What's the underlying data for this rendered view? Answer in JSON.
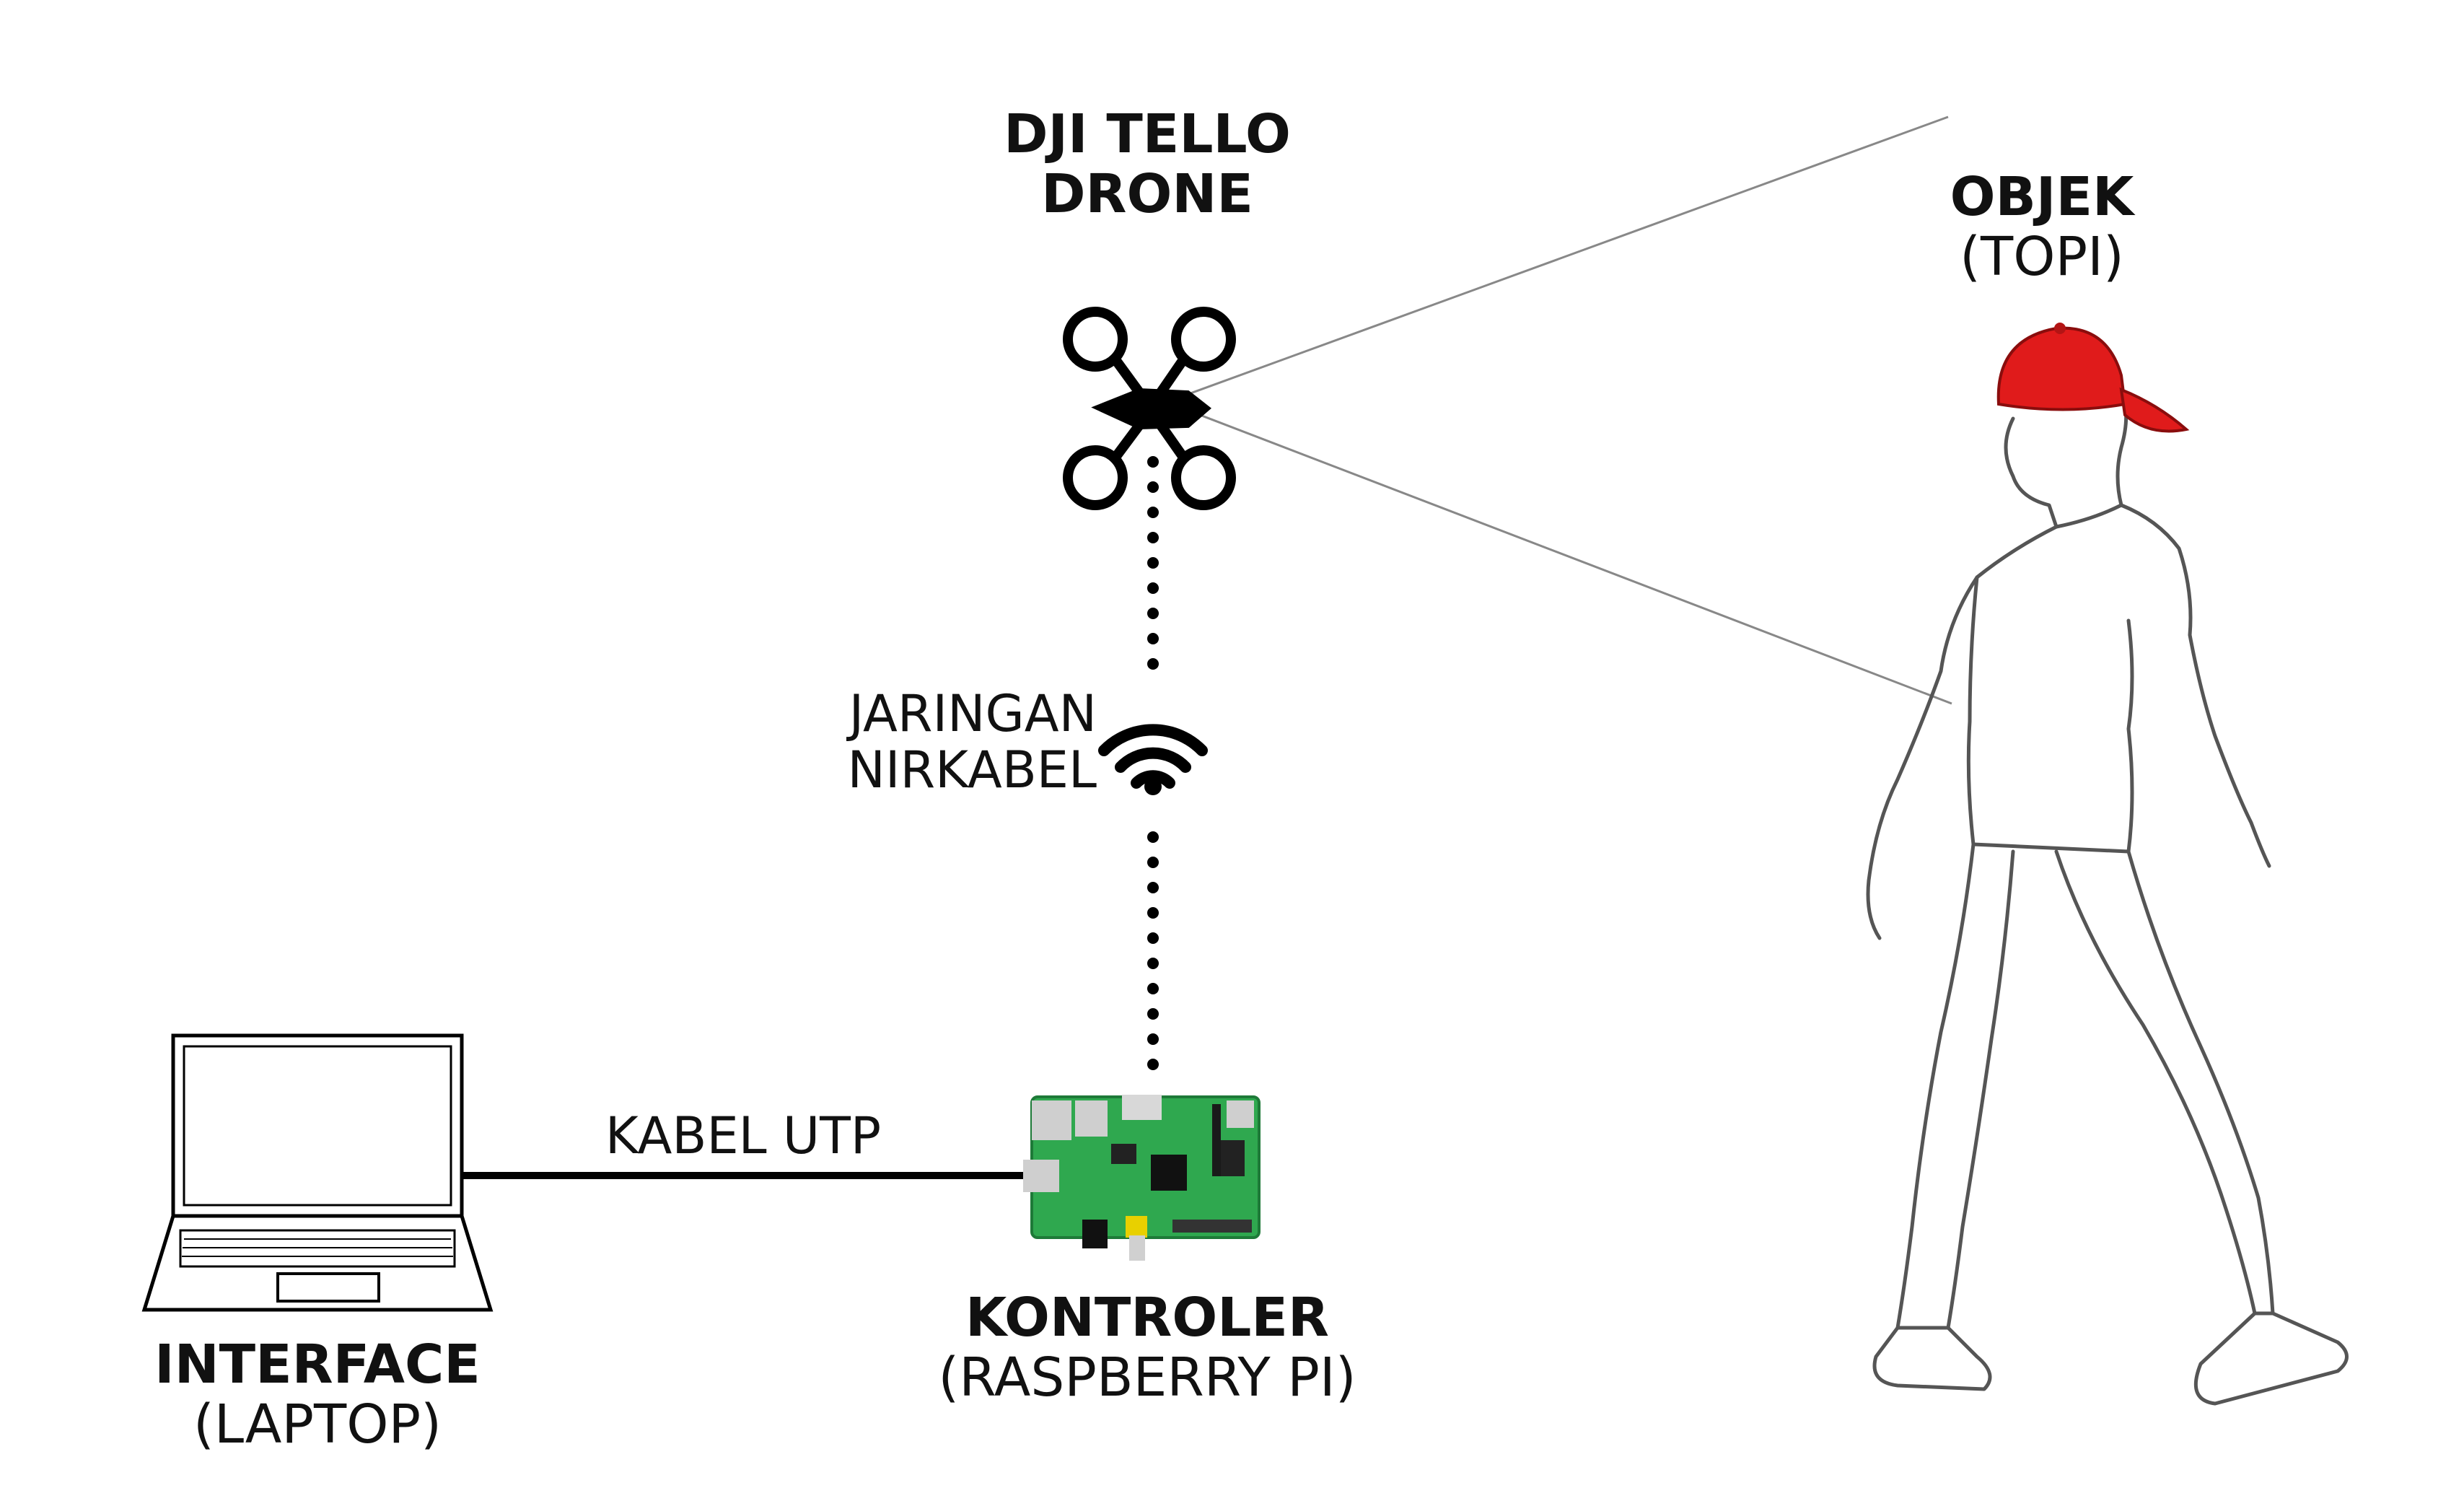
{
  "drone": {
    "title_line1": "DJI TELLO",
    "title_line2": "DRONE"
  },
  "object": {
    "title": "OBJEK",
    "subtitle": "(TOPI)"
  },
  "wireless": {
    "line1": "JARINGAN",
    "line2": "NIRKABEL"
  },
  "cable": {
    "label": "KABEL UTP"
  },
  "controller": {
    "title": "KONTROLER",
    "subtitle": "(RASPBERRY PI)"
  },
  "interface": {
    "title": "INTERFACE",
    "subtitle": "(LAPTOP)"
  },
  "colors": {
    "cap": "#e01b1b",
    "board": "#2fa84f",
    "line": "#000000",
    "view_line": "#888888"
  }
}
